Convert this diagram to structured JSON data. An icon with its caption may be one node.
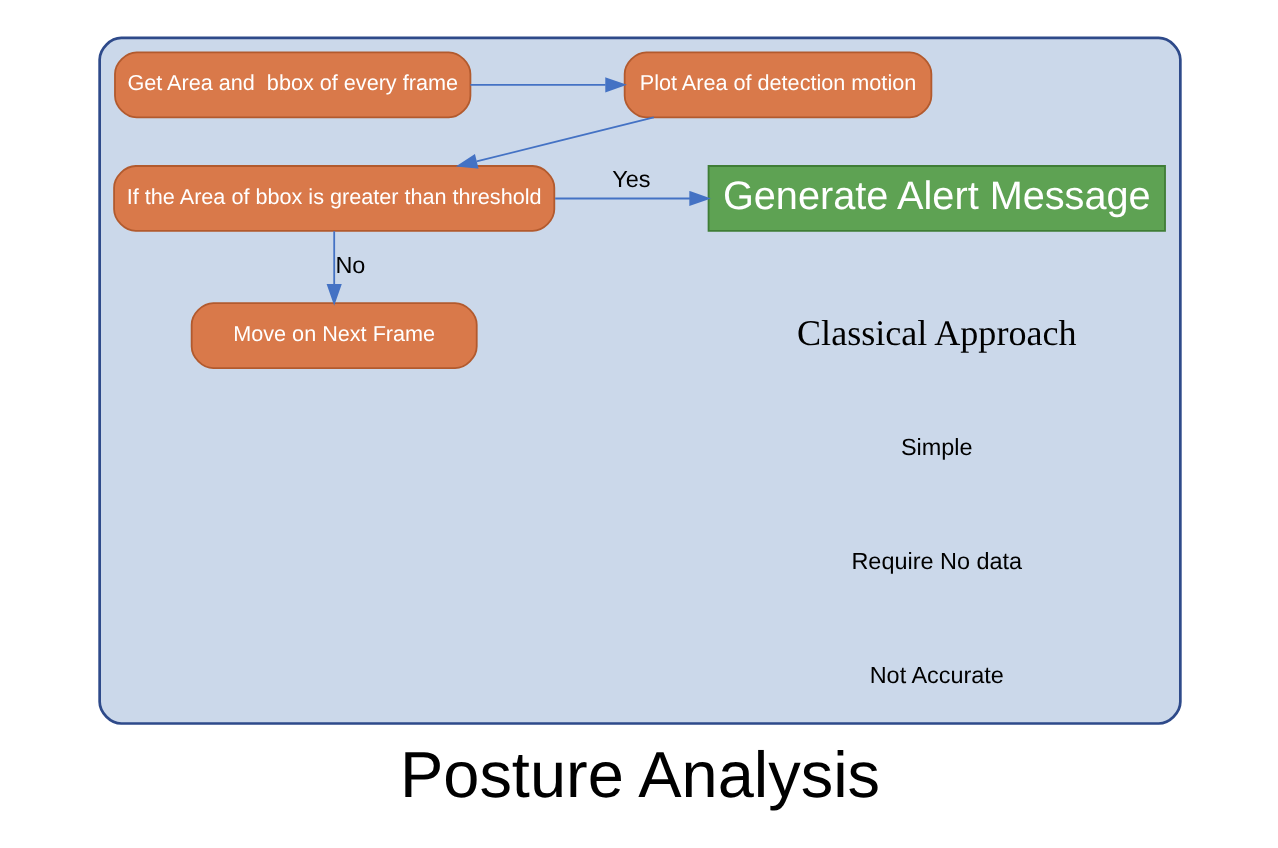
{
  "diagram": {
    "title": "Posture Analysis",
    "nodes": [
      {
        "text": [],
        "shape": "box"
      },
      {
        "text": [
          "Get Area and  bbox of every frame"
        ],
        "in": 0
      },
      {
        "text": [
          "Plot Area of detection motion"
        ],
        "in": 0
      },
      {
        "text": [
          "If the Area of bbox is greater than threshold"
        ],
        "in": 0
      },
      {
        "text": [
          "Move on Next Frame"
        ],
        "in": 0
      },
      {
        "text": [
          "Generate Alert Message"
        ],
        "in": 0
      }
    ],
    "edges": [
      {
        "from": 1,
        "to": 2,
        "arrow": "to"
      },
      {
        "from": 2,
        "to": 3,
        "arrow": "to"
      },
      {
        "from": 3,
        "to": 5,
        "arrow": "to",
        "label": "Yes"
      },
      {
        "from": 3,
        "to": 4,
        "arrow": "to",
        "label": "No"
      }
    ],
    "labels": [
      "Classical Approach",
      "Simple",
      "Require No data",
      "Not Accurate"
    ]
  }
}
